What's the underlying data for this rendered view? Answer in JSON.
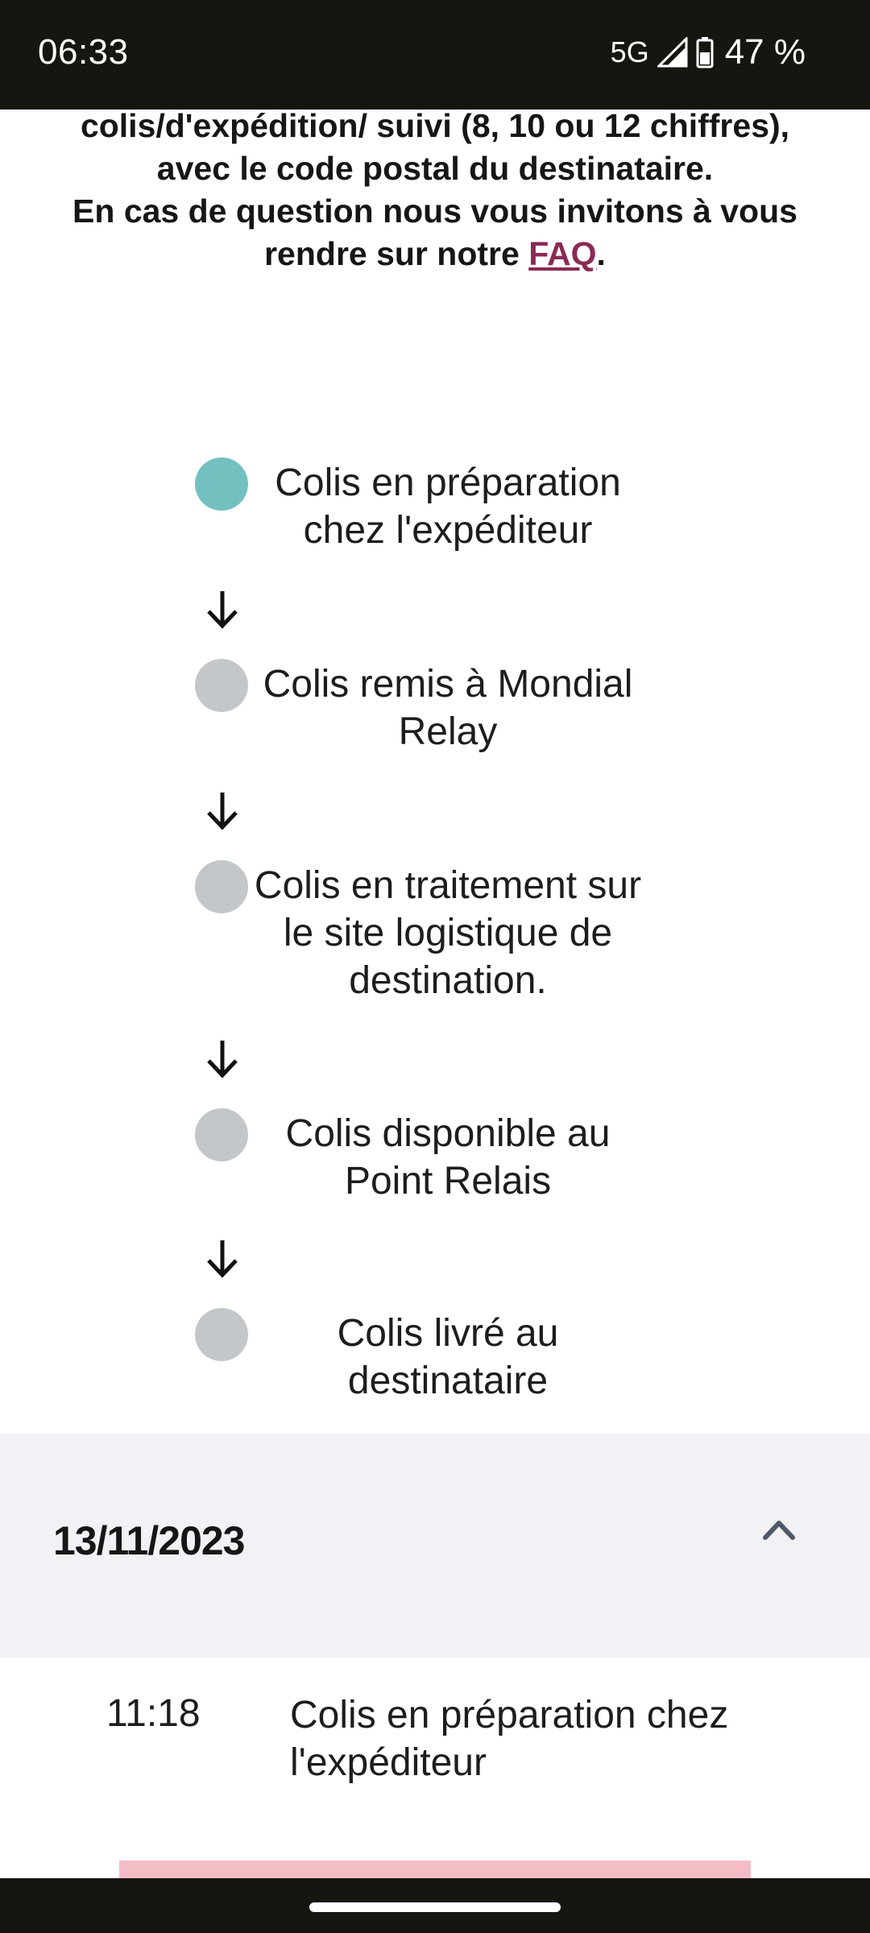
{
  "status_bar": {
    "time": "06:33",
    "network": "5G",
    "battery": "47 %"
  },
  "intro": {
    "line1": "colis/d'expédition/ suivi (8, 10 ou 12 chiffres), avec le code postal du destinataire.",
    "line2_before": "En cas de question nous vous invitons à vous rendre sur notre ",
    "faq_label": "FAQ",
    "line2_after": "."
  },
  "steps": [
    {
      "label": "Colis en préparation chez l'expéditeur",
      "active": true
    },
    {
      "label": "Colis remis à Mondial Relay",
      "active": false
    },
    {
      "label": "Colis en traitement sur le site logistique de destination.",
      "active": false
    },
    {
      "label": "Colis disponible au Point Relais",
      "active": false
    },
    {
      "label": "Colis livré au destinataire",
      "active": false
    }
  ],
  "colors": {
    "active_step": "#72c1c0",
    "inactive_step": "#c4c7ca",
    "link": "#8a2a55",
    "date_section_bg": "#f2f1f6",
    "accent_bar": "#f3bcc7"
  },
  "history": {
    "date": "13/11/2023",
    "events": [
      {
        "time": "11:18",
        "description": "Colis en préparation chez l'expéditeur"
      }
    ]
  },
  "icons": {
    "arrow": "arrow-down-icon",
    "collapse": "chevron-up-icon",
    "signal": "signal-icon",
    "battery": "battery-icon"
  }
}
